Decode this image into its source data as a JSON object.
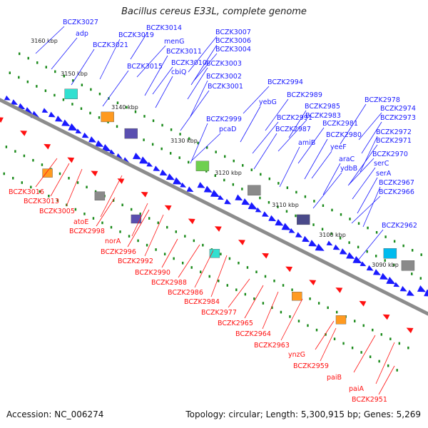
{
  "title": "Bacillus cereus E33L, complete genome",
  "footer": {
    "accession": "Accession: NC_006274",
    "summary": "Topology: circular; Length: 5,300,915 bp; Genes: 5,269"
  },
  "colors": {
    "forward": "#1a1aff",
    "reverse": "#ff1010",
    "backbone": "#8c8c8c",
    "ticks": "#1a8a1a"
  },
  "kbp_ticks": [
    "3160 kbp",
    "3150 kbp",
    "3140 kbp",
    "3130 kbp",
    "3120 kbp",
    "3110 kbp",
    "3100 kbp",
    "3090 kbp"
  ],
  "forward_genes": [
    "BCZK3027",
    "adp",
    "BCZK3021",
    "BCZK3019",
    "BCZK3014",
    "menG",
    "BCZK3015",
    "BCZK3011",
    "BCZK3010",
    "cbiQ",
    "BCZK3007",
    "BCZK3006",
    "BCZK3004",
    "BCZK3003",
    "BCZK3002",
    "BCZK3001",
    "BCZK2994",
    "BCZK2989",
    "yebG",
    "BCZK2999",
    "pcaD",
    "BCZK2991",
    "BCZK2987",
    "amiB",
    "BCZK2985",
    "BCZK2983",
    "BCZK2981",
    "BCZK2980",
    "yeeF",
    "araC",
    "ydbB",
    "BCZK2978",
    "BCZK2974",
    "BCZK2973",
    "BCZK2972",
    "BCZK2971",
    "BCZK2970",
    "serC",
    "serA",
    "BCZK2967",
    "BCZK2966",
    "BCZK2962"
  ],
  "reverse_genes": [
    "BCZK3016",
    "BCZK3013",
    "BCZK3005",
    "atoE",
    "BCZK2998",
    "norA",
    "BCZK2996",
    "BCZK2992",
    "BCZK2990",
    "BCZK2988",
    "BCZK2986",
    "BCZK2984",
    "BCZK2977",
    "BCZK2965",
    "BCZK2964",
    "BCZK2963",
    "ynzG",
    "BCZK2959",
    "paiB",
    "paiA",
    "BCZK2951"
  ]
}
